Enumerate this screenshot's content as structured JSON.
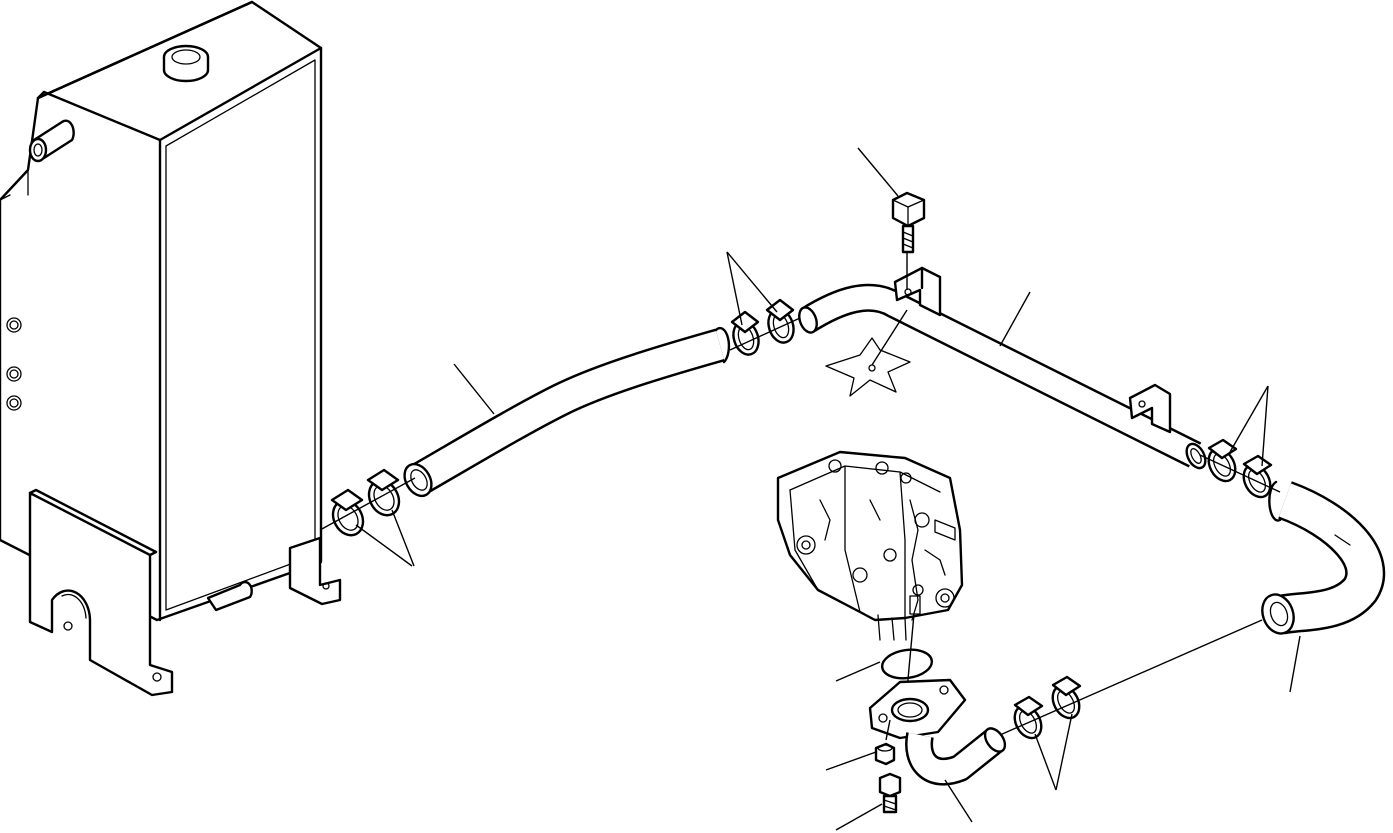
{
  "figure": {
    "kind": "exploded parts diagram",
    "callouts": []
  },
  "colors": {
    "line": "#000000",
    "background": "#ffffff"
  },
  "parts": [
    "hydraulic-tank",
    "hose-upper-left",
    "clamp-pair-left",
    "clamp-pair-center",
    "tube-upper",
    "mounting-bolt",
    "clamp-pair-right",
    "hose-elbow-right",
    "pump-assembly",
    "o-ring",
    "flange-elbow",
    "clamp-pair-lower",
    "washer",
    "flange-bolt"
  ]
}
